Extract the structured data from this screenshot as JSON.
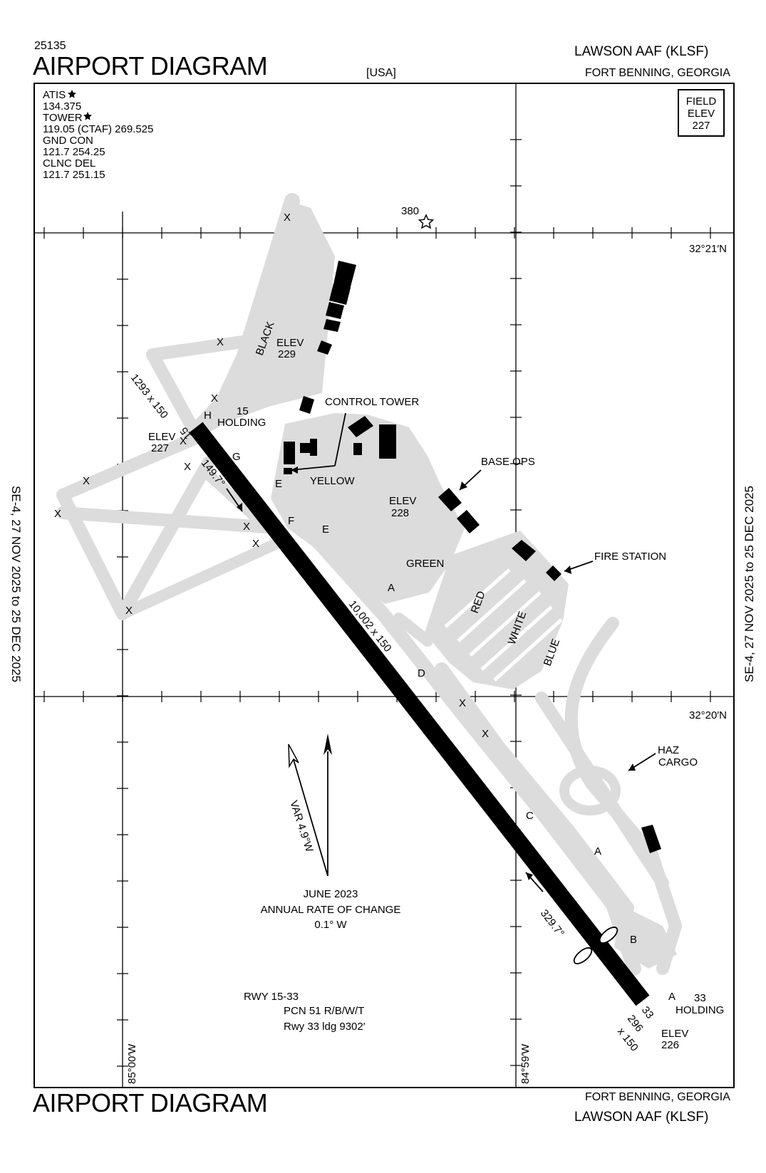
{
  "header": {
    "chart_number": "25135",
    "title": "AIRPORT DIAGRAM",
    "country": "[USA]",
    "airport": "LAWSON AAF   (KLSF)",
    "location": "FORT BENNING, GEORGIA"
  },
  "footer": {
    "title": "AIRPORT DIAGRAM",
    "location": "FORT BENNING, GEORGIA",
    "airport": "LAWSON AAF   (KLSF)"
  },
  "side_note": "SE-4,  27 NOV 2025  to  25 DEC 2025",
  "comms": {
    "atis_label": "ATIS",
    "atis_freq": "134.375",
    "tower_label": "TOWER",
    "tower_freq": "119.05 (CTAF)  269.525",
    "gnd_label": "GND CON",
    "gnd_freq": "121.7  254.25",
    "clnc_label": "CLNC DEL",
    "clnc_freq": "121.7  251.15"
  },
  "field_elev": {
    "l1": "FIELD",
    "l2": "ELEV",
    "l3": "227"
  },
  "lat_lon": {
    "lat_north": "32°21′N",
    "lat_south": "32°20′N",
    "lon_west": "85°00′W",
    "lon_east": "84°59′W"
  },
  "runway": {
    "ident_north": "15",
    "ident_south": "33",
    "size_main": "10,002 x 150",
    "heading_15": "149.7°",
    "heading_33": "329.7°",
    "overrun_north": "1293 x 150",
    "overrun_south_len": "296",
    "overrun_south_wid": "x 150",
    "info_1": "RWY 15-33",
    "info_2": "PCN 51 R/B/W/T",
    "info_3": "Rwy 33 ldg 9302′"
  },
  "elevations": {
    "elev_label": "ELEV",
    "nw_end": "227",
    "black_ramp": "229",
    "main_ramp": "228",
    "se_end": "226"
  },
  "labels": {
    "obstacle": "380",
    "holding_15_num": "15",
    "holding_15_word": "HOLDING",
    "holding_33_num": "33",
    "holding_33_word": "HOLDING",
    "control_tower": "CONTROL TOWER",
    "base_ops": "BASE OPS",
    "fire_station": "FIRE STATION",
    "haz": "HAZ",
    "cargo": "CARGO"
  },
  "ramps": {
    "black": "BLACK",
    "yellow": "YELLOW",
    "green": "GREEN",
    "red": "RED",
    "white": "WHITE",
    "blue": "BLUE"
  },
  "taxiways": {
    "A": "A",
    "B": "B",
    "C": "C",
    "D": "D",
    "E": "E",
    "F": "F",
    "G": "G",
    "H": "H",
    "closed": "X"
  },
  "magvar": {
    "var": "VAR 4.9°W",
    "date": "JUNE 2023",
    "roc": "ANNUAL RATE OF CHANGE",
    "roc_val": "0.1° W"
  }
}
